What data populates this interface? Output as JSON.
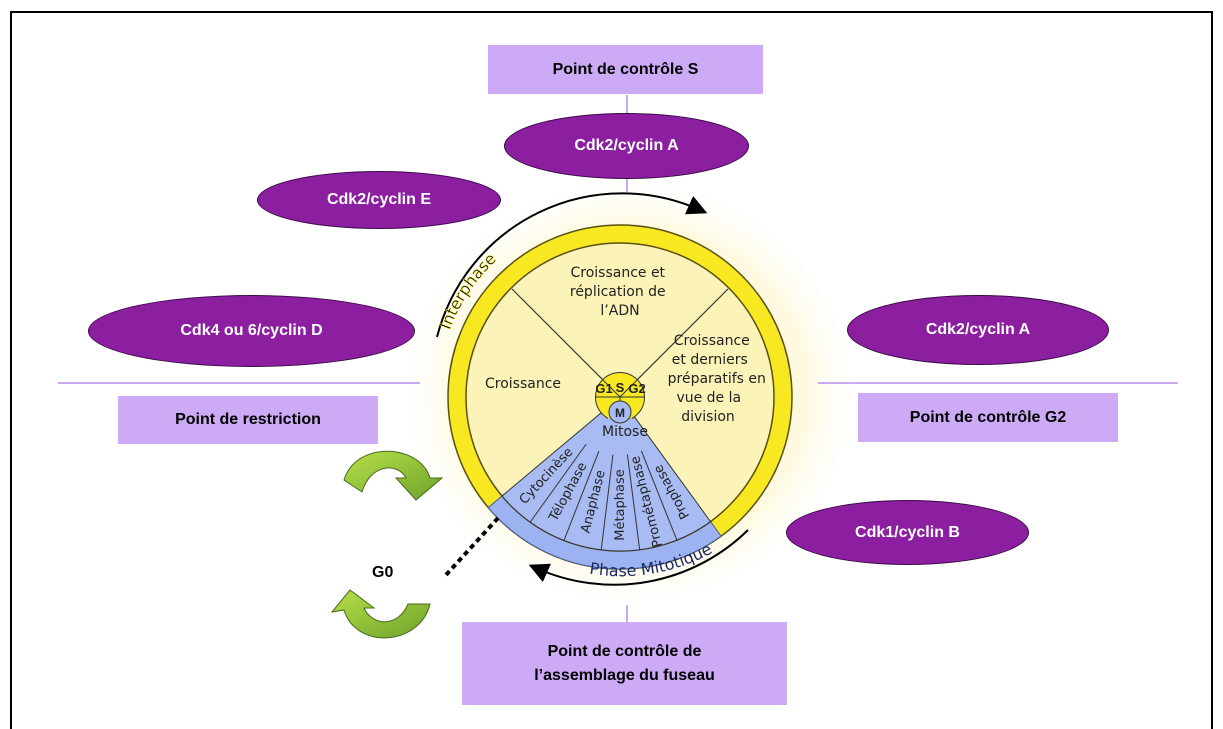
{
  "checkpoints": {
    "s": "Point de contrôle S",
    "restriction": "Point de restriction",
    "g2": "Point de contrôle G2",
    "spindle_line1": "Point de contrôle de",
    "spindle_line2": "l’assemblage du fuseau"
  },
  "complexes": {
    "top": "Cdk2/cyclin A",
    "upper_left": "Cdk2/cyclin E",
    "left": "Cdk4 ou 6/cyclin D",
    "right": "Cdk2/cyclin A",
    "lower_right": "Cdk1/cyclin B"
  },
  "g0": "G0",
  "wheel": {
    "interphase": "Interphase",
    "phase_mitotique": "Phase Mitotique",
    "s_text": [
      "Croissance et",
      "réplication de",
      "l’ADN"
    ],
    "g1_text": "Croissance",
    "g2_text": [
      "Croissance",
      "et derniers",
      "préparatifs en",
      "vue de la",
      "division"
    ],
    "mitose": "Mitose",
    "hub_s": "S",
    "hub_g1": "G1",
    "hub_g2": "G2",
    "hub_m": "M",
    "mitosis_phases": [
      "Cytocinèse",
      "Télophase",
      "Anaphase",
      "Métaphase",
      "Prométaphase",
      "Prophase"
    ]
  },
  "colors": {
    "box": "#cdaaf5",
    "oval": "#8b1fa0",
    "ring": "#f7e822",
    "wheel_fill": "#fbf3b8",
    "mitosis": "#a9bbf3",
    "arrow_green": "#8cc63f"
  }
}
